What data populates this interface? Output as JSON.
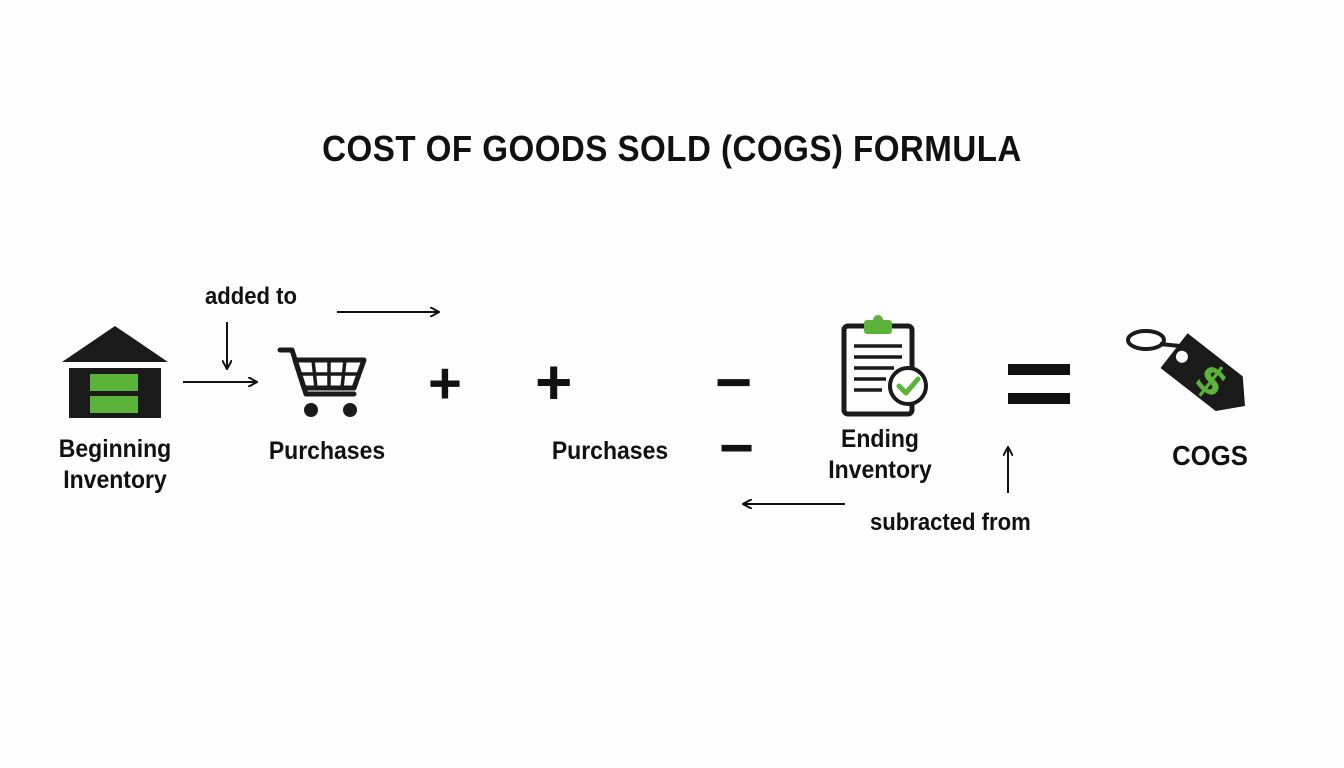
{
  "title": "COST OF GOODS SOLD (COGS) FORMULA",
  "annotations": {
    "added_to": "added to",
    "subtracted_from": "subracted from"
  },
  "items": {
    "beginning_inventory": {
      "line1": "Beginning",
      "line2": "Inventory",
      "icon": "warehouse-icon"
    },
    "purchases_cart": {
      "label": "Purchases",
      "icon": "shopping-cart-icon"
    },
    "purchases_text": {
      "label": "Purchases"
    },
    "ending_inventory": {
      "line1": "Ending",
      "line2": "Inventory",
      "icon": "clipboard-check-icon"
    },
    "cogs": {
      "label": "COGS",
      "icon": "price-tag-dollar-icon"
    }
  },
  "operators": {
    "plus_1": "+",
    "plus_2": "+",
    "minus_1": "−",
    "minus_2": "−",
    "equals": "="
  },
  "colors": {
    "accent_green": "#5cb33a",
    "icon_dark": "#1a1a1a",
    "text": "#111111"
  }
}
